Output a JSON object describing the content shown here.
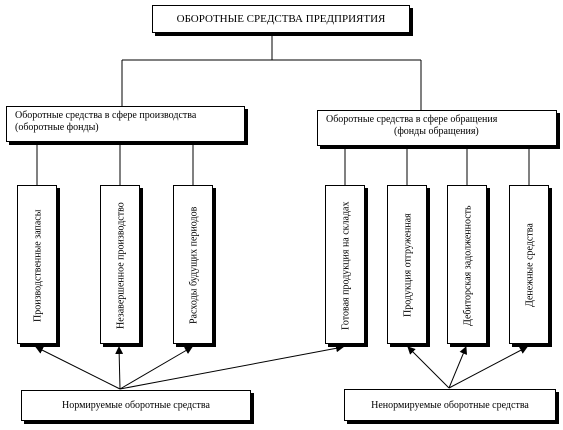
{
  "diagram": {
    "title": "ОБОРОТНЫЕ СРЕДСТВА ПРЕДПРИЯТИЯ",
    "production_sphere": {
      "line1": "Оборотные средства в сфере производства",
      "line2": "(оборотные фонды)"
    },
    "circulation_sphere": {
      "line1": "Оборотные средства в сфере обращения",
      "line2": "(фонды обращения)"
    },
    "items": [
      "Производственные запасы",
      "Незавершенное производство",
      "Расходы будущих периодов",
      "Готовая продукция на складах",
      "Продукция отгруженная",
      "Дебиторская задолженность",
      "Денежные средства"
    ],
    "normalized": "Нормируемые оборотные средства",
    "non_normalized": "Ненормируемые оборотные средства"
  }
}
